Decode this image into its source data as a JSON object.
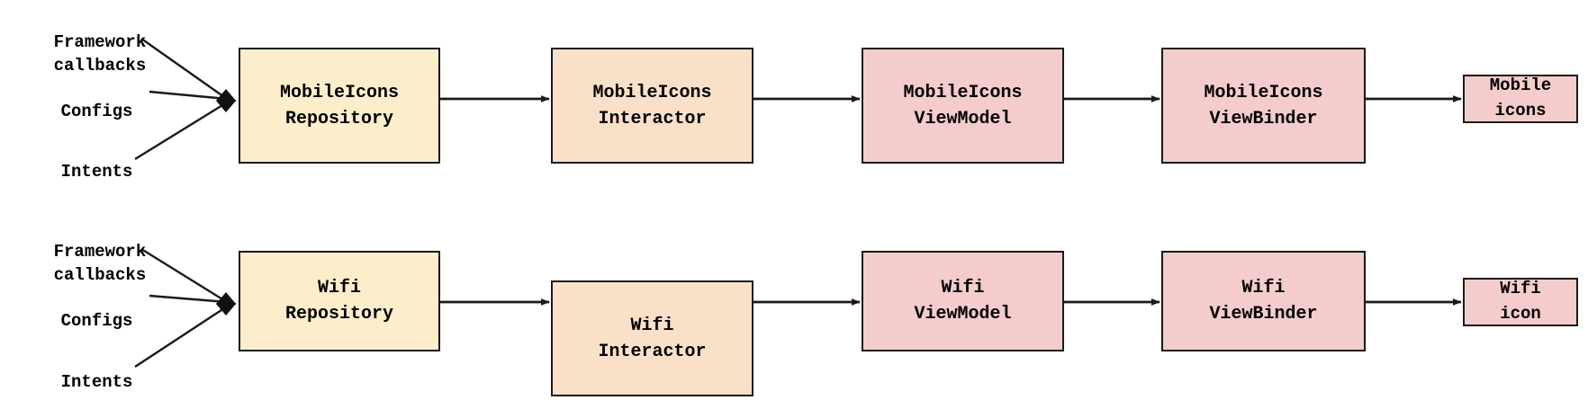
{
  "diagram": {
    "title": "MobileIcons and Wifi data pipelines",
    "background": "#ffffff",
    "stroke": "#1a1a1a",
    "colors": {
      "repository": "#fdeecb",
      "interactor": "#fbe0c9",
      "viewmodel": "#f4cccc",
      "viewbinder": "#f4cccc",
      "output": "#f4cccc"
    },
    "rows": [
      {
        "id": "mobileicons",
        "inputs": [
          {
            "id": "framework-callbacks",
            "line1": "Framework",
            "line2": "callbacks"
          },
          {
            "id": "configs",
            "line1": "Configs",
            "line2": ""
          },
          {
            "id": "intents",
            "line1": "Intents",
            "line2": ""
          }
        ],
        "nodes": [
          {
            "id": "repository",
            "line1": "MobileIcons",
            "line2": "Repository"
          },
          {
            "id": "interactor",
            "line1": "MobileIcons",
            "line2": "Interactor"
          },
          {
            "id": "viewmodel",
            "line1": "MobileIcons",
            "line2": "ViewModel"
          },
          {
            "id": "viewbinder",
            "line1": "MobileIcons",
            "line2": "ViewBinder"
          },
          {
            "id": "output",
            "line1": "Mobile",
            "line2": "icons"
          }
        ]
      },
      {
        "id": "wifi",
        "inputs": [
          {
            "id": "framework-callbacks",
            "line1": "Framework",
            "line2": "callbacks"
          },
          {
            "id": "configs",
            "line1": "Configs",
            "line2": ""
          },
          {
            "id": "intents",
            "line1": "Intents",
            "line2": ""
          }
        ],
        "nodes": [
          {
            "id": "repository",
            "line1": "Wifi",
            "line2": "Repository"
          },
          {
            "id": "interactor",
            "line1": "Wifi",
            "line2": "Interactor"
          },
          {
            "id": "viewmodel",
            "line1": "Wifi",
            "line2": "ViewModel"
          },
          {
            "id": "viewbinder",
            "line1": "Wifi",
            "line2": "ViewBinder"
          },
          {
            "id": "output",
            "line1": "Wifi",
            "line2": "icon"
          }
        ]
      }
    ]
  }
}
